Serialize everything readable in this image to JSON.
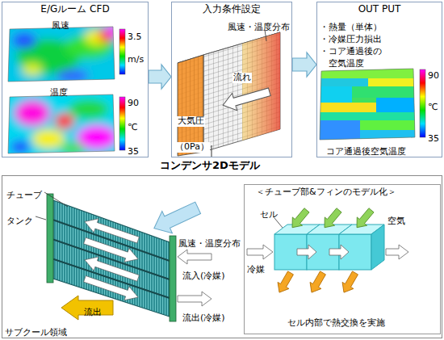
{
  "diagram": {
    "nodes": [
      {
        "text": [
          "E/Gルーム CFD"
        ]
      },
      {
        "text": [
          "入力条件設定"
        ]
      },
      {
        "text": [
          "OUT PUT"
        ]
      },
      {
        "text": [
          "コンデンサ2Dモデル"
        ]
      },
      {
        "text": [
          "＜チューブ部&フィンのモデル化＞"
        ],
        "in": 3
      }
    ],
    "edges": [
      {
        "from": 0,
        "to": 1,
        "arrow": "to"
      },
      {
        "from": 1,
        "to": 2,
        "arrow": "to"
      }
    ],
    "labels": [
      "風速",
      "3.5",
      "m/s",
      "温度",
      "90",
      "℃",
      "35",
      "風速・温度分布",
      "流れ",
      "大気圧",
      "（0Pa）",
      "・熱量（単体）",
      "・冷媒圧力損出",
      "・コア通過後の",
      "空気温度",
      "90",
      "℃",
      "35",
      "コア通過後空気温度",
      "チューブ",
      "タンク",
      "風速・温度分布",
      "流入(冷媒)",
      "流出(冷媒)",
      "サブクール領域",
      "流出",
      "セル",
      "空気",
      "冷媒",
      "セル内部で熱交換を実施"
    ]
  }
}
